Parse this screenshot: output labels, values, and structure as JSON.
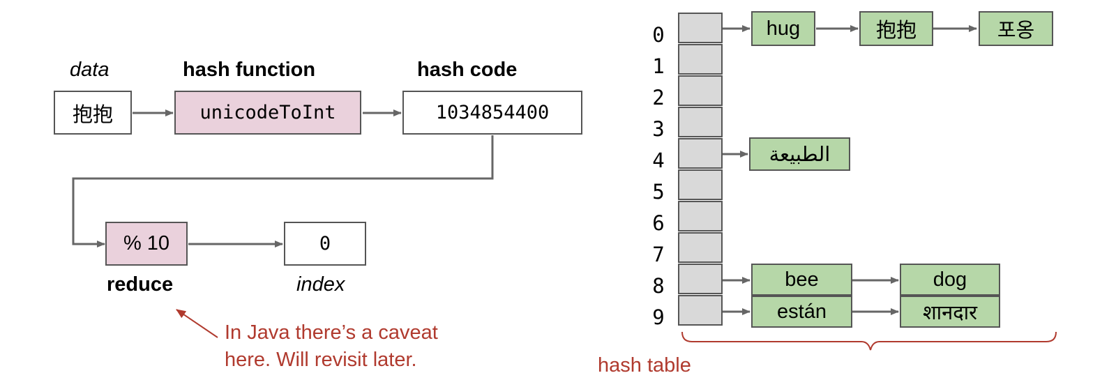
{
  "pipeline": {
    "data_label": "data",
    "hash_function_label": "hash function",
    "hash_code_label": "hash code",
    "data_value": "抱抱",
    "function_value": "unicodeToInt",
    "code_value": "1034854400",
    "reduce_value": "% 10",
    "reduce_label": "reduce",
    "index_value": "0",
    "index_label": "index"
  },
  "note": {
    "line1": "In Java there’s a caveat",
    "line2": "here. Will revisit later."
  },
  "hash_table": {
    "label": "hash table",
    "indices": [
      "0",
      "1",
      "2",
      "3",
      "4",
      "5",
      "6",
      "7",
      "8",
      "9"
    ],
    "row0": [
      "hug",
      "抱抱",
      "포옹"
    ],
    "row4": [
      "الطبيعة"
    ],
    "row8": [
      "bee",
      "dog"
    ],
    "row9": [
      "están",
      "शानदार"
    ]
  },
  "colors": {
    "pink": "#ead1dc",
    "green": "#b6d7a8",
    "cell": "#d9d9d9",
    "annotation": "#b03a2e",
    "arrow": "#666666"
  }
}
